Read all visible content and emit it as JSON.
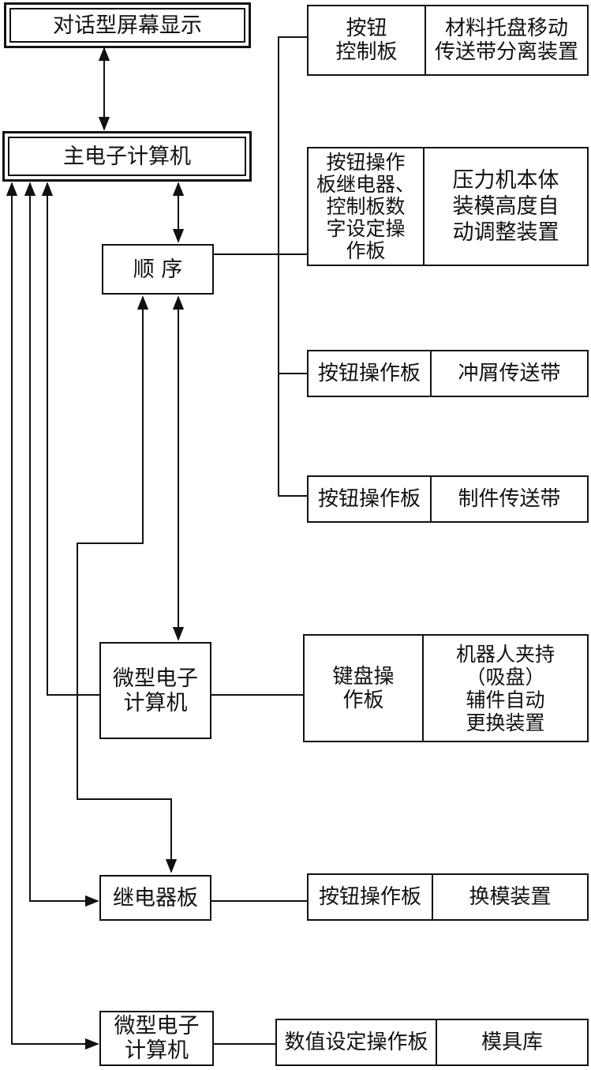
{
  "display": "对话型屏幕显示",
  "main_computer": "主电子计算机",
  "sequence": "顺 序",
  "micro_computer_1": "微型电子\n计算机",
  "relay_board": "继电器板",
  "micro_computer_2": "微型电子\n计算机",
  "devices": [
    {
      "panel": "按钮\n控制板",
      "device": "材料托盘移动\n传送带分离装置"
    },
    {
      "panel": "按钮操作\n板继电器、\n控制板数\n字设定操\n作板",
      "device": "压力机本体\n装模高度自\n动调整装置"
    },
    {
      "panel": "按钮操作板",
      "device": "冲屑传送带"
    },
    {
      "panel": "按钮操作板",
      "device": "制件传送带"
    },
    {
      "panel": "键盘操\n作板",
      "device": "机器人夹持\n（吸盘）\n辅件自动\n更换装置"
    },
    {
      "panel": "按钮操作板",
      "device": "换模装置"
    },
    {
      "panel": "数值设定操作板",
      "device": "模具库"
    }
  ]
}
